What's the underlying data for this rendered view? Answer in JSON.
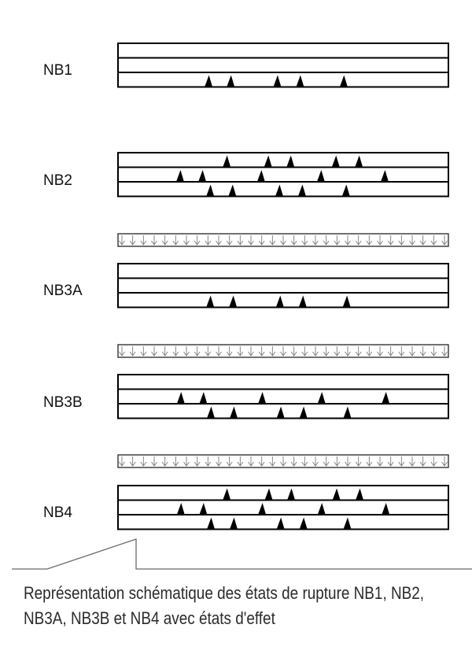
{
  "colors": {
    "stroke": "#000000",
    "load_stroke": "#7a7a7a",
    "caption": "#2b2b2b"
  },
  "diagrams": [
    {
      "id": "NB1",
      "label": "NB1",
      "load_bar": false,
      "layers": 3,
      "cracks": [
        {
          "line": 3,
          "positions": [
            0.274,
            0.341,
            0.482,
            0.551,
            0.683
          ]
        }
      ]
    },
    {
      "id": "NB2",
      "label": "NB2",
      "load_bar": false,
      "layers": 3,
      "cracks": [
        {
          "line": 1,
          "positions": [
            0.329,
            0.454,
            0.522,
            0.659,
            0.729
          ]
        },
        {
          "line": 2,
          "positions": [
            0.188,
            0.255,
            0.433,
            0.614,
            0.807
          ]
        },
        {
          "line": 3,
          "positions": [
            0.279,
            0.346,
            0.488,
            0.557,
            0.69
          ]
        }
      ]
    },
    {
      "id": "NB3A",
      "label": "NB3A",
      "load_bar": true,
      "layers": 3,
      "cracks": [
        {
          "line": 3,
          "positions": [
            0.279,
            0.348,
            0.49,
            0.559,
            0.692
          ]
        }
      ]
    },
    {
      "id": "NB3B",
      "label": "NB3B",
      "load_bar": true,
      "layers": 3,
      "cracks": [
        {
          "line": 2,
          "positions": [
            0.19,
            0.258,
            0.436,
            0.616,
            0.81
          ]
        },
        {
          "line": 3,
          "positions": [
            0.281,
            0.35,
            0.492,
            0.561,
            0.694
          ]
        }
      ]
    },
    {
      "id": "NB4",
      "label": "NB4",
      "load_bar": true,
      "layers": 3,
      "cracks": [
        {
          "line": 1,
          "positions": [
            0.329,
            0.456,
            0.524,
            0.661,
            0.731
          ]
        },
        {
          "line": 2,
          "positions": [
            0.19,
            0.258,
            0.436,
            0.616,
            0.81
          ]
        },
        {
          "line": 3,
          "positions": [
            0.281,
            0.35,
            0.492,
            0.561,
            0.694
          ]
        }
      ]
    }
  ],
  "caption_text": "Représentation schématique des états de rupture NB1, NB2, NB3A, NB3B et NB4 avec états d'effet"
}
